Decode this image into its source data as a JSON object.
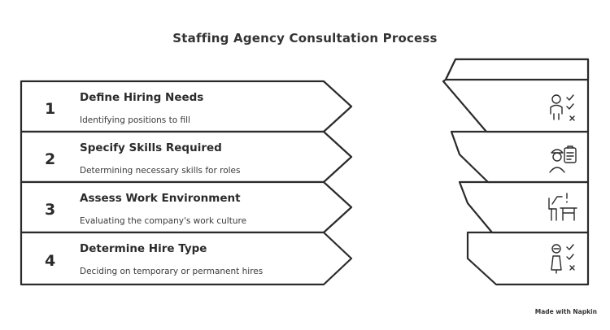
{
  "title": "Staffing Agency Consultation Process",
  "steps": [
    {
      "number": "1",
      "title": "Define Hiring Needs",
      "subtitle": "Identifying positions to fill",
      "icon": "person-checklist-icon"
    },
    {
      "number": "2",
      "title": "Specify Skills Required",
      "subtitle": "Determining necessary skills for roles",
      "icon": "worker-clipboard-icon"
    },
    {
      "number": "3",
      "title": "Assess Work Environment",
      "subtitle": "Evaluating the company's work culture",
      "icon": "office-desk-icon"
    },
    {
      "number": "4",
      "title": "Determine Hire Type",
      "subtitle": "Deciding on temporary or permanent hires",
      "icon": "person-choice-icon"
    }
  ],
  "footer": "Made with Napkin"
}
